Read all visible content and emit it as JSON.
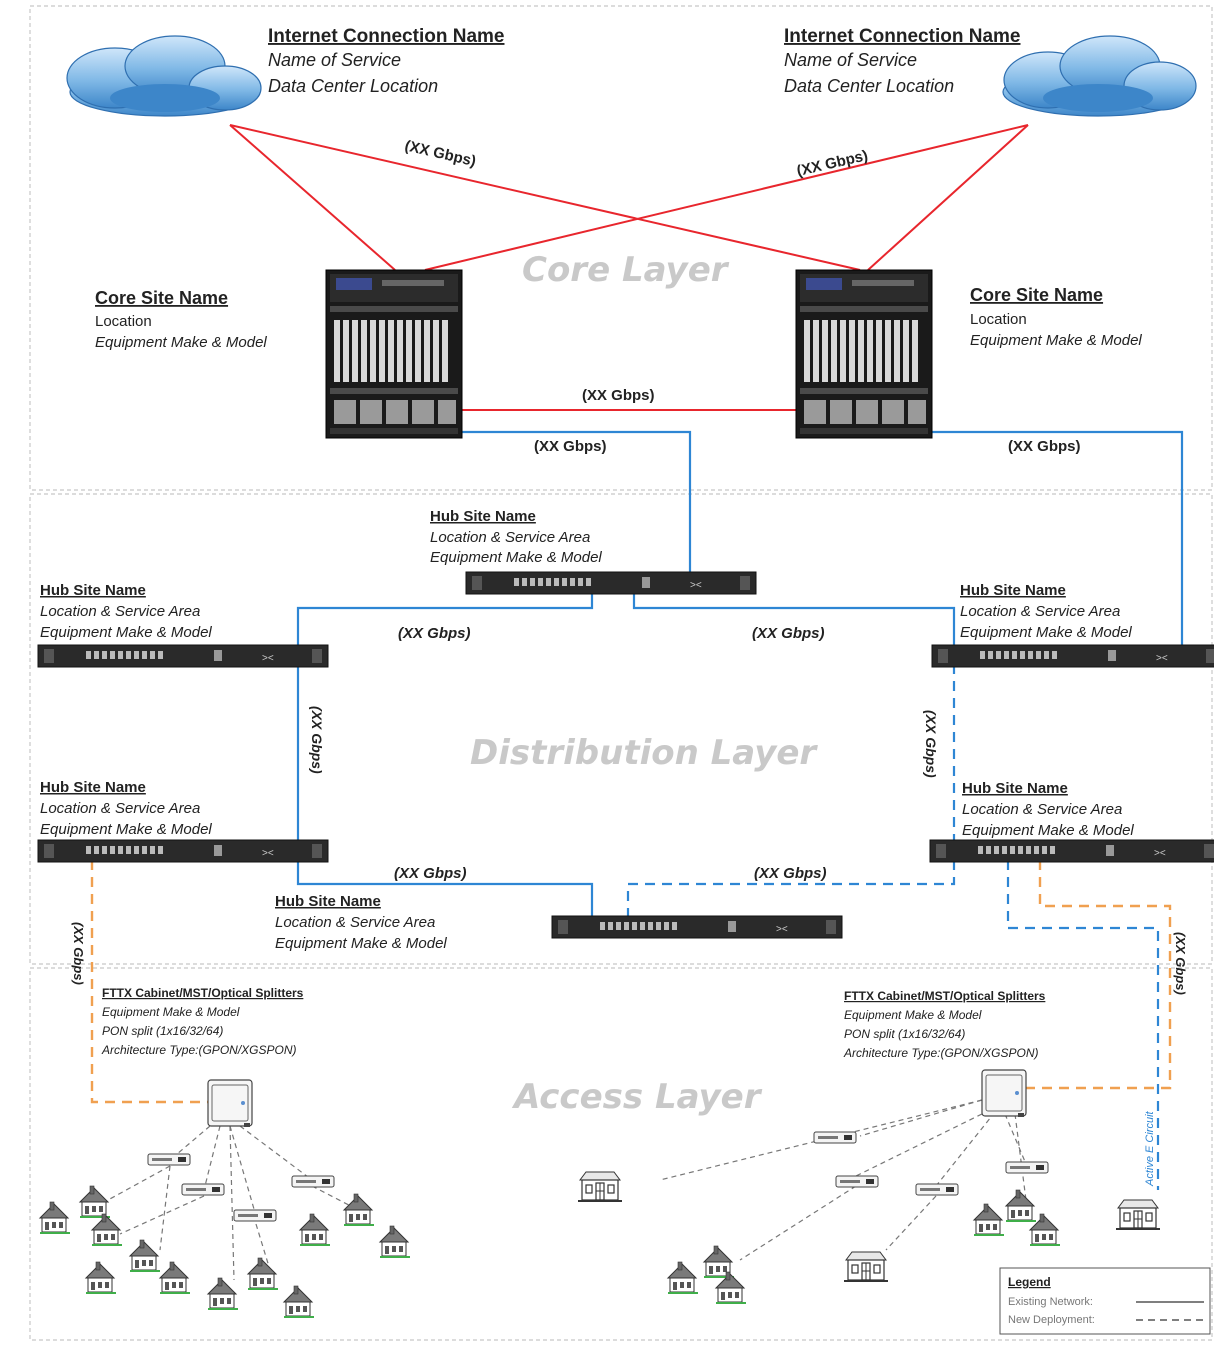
{
  "layers": {
    "core": "Core Layer",
    "distribution": "Distribution Layer",
    "access": "Access Layer"
  },
  "internet_left": {
    "title": "Internet Connection Name",
    "line1": "Name of Service",
    "line2": "Data Center Location"
  },
  "internet_right": {
    "title": "Internet Connection Name",
    "line1": "Name of Service",
    "line2": "Data Center Location"
  },
  "core_left": {
    "title": "Core Site Name",
    "line1": "Location",
    "line2": "Equipment Make & Model"
  },
  "core_right": {
    "title": "Core Site Name",
    "line1": "Location",
    "line2": "Equipment Make & Model"
  },
  "hub_top": {
    "title": "Hub Site Name",
    "line1": "Location & Service Area",
    "line2": "Equipment Make & Model"
  },
  "hub_left_upper": {
    "title": "Hub Site Name",
    "line1": "Location & Service Area",
    "line2": "Equipment Make & Model"
  },
  "hub_right_upper": {
    "title": "Hub Site Name",
    "line1": "Location & Service Area",
    "line2": "Equipment Make & Model"
  },
  "hub_left_lower": {
    "title": "Hub Site Name",
    "line1": "Location & Service Area",
    "line2": "Equipment Make & Model"
  },
  "hub_right_lower": {
    "title": "Hub Site Name",
    "line1": "Location & Service Area",
    "line2": "Equipment Make & Model"
  },
  "hub_bottom": {
    "title": "Hub Site Name",
    "line1": "Location & Service Area",
    "line2": "Equipment Make & Model"
  },
  "fttx_left": {
    "title": "FTTX Cabinet/MST/Optical Splitters",
    "line1": "Equipment Make & Model",
    "line2": "PON split (1x16/32/64)",
    "line3": "Architecture Type:(GPON/XGSPON)"
  },
  "fttx_right": {
    "title": "FTTX Cabinet/MST/Optical Splitters",
    "line1": "Equipment Make & Model",
    "line2": "PON split (1x16/32/64)",
    "line3": "Architecture Type:(GPON/XGSPON)"
  },
  "links": {
    "cross_left": "(XX Gbps)",
    "cross_right": "(XX Gbps)",
    "core_to_core": "(XX Gbps)",
    "core_left_down": "(XX Gbps)",
    "core_right_down": "(XX Gbps)",
    "ring_top_left": "(XX Gbps)",
    "ring_top_right": "(XX Gbps)",
    "ring_left_vertical": "(XX Gbps)",
    "ring_right_vertical": "(XX Gbps)",
    "ring_bottom_left": "(XX Gbps)",
    "ring_bottom_right": "(XX Gbps)",
    "access_left": "(XX Gbps)",
    "access_right": "(XX Gbps)",
    "active_circuit": "Active E Circuit"
  },
  "legend": {
    "title": "Legend",
    "existing": "Existing Network:",
    "new": "New Deployment:"
  },
  "colors": {
    "core_link": "#e8262d",
    "distribution_link": "#2e86d4",
    "access_link": "#f0a050",
    "layer_text": "#c9c9c9",
    "zone_border": "#c8c8c8",
    "cloud": "#7fb8e6"
  }
}
